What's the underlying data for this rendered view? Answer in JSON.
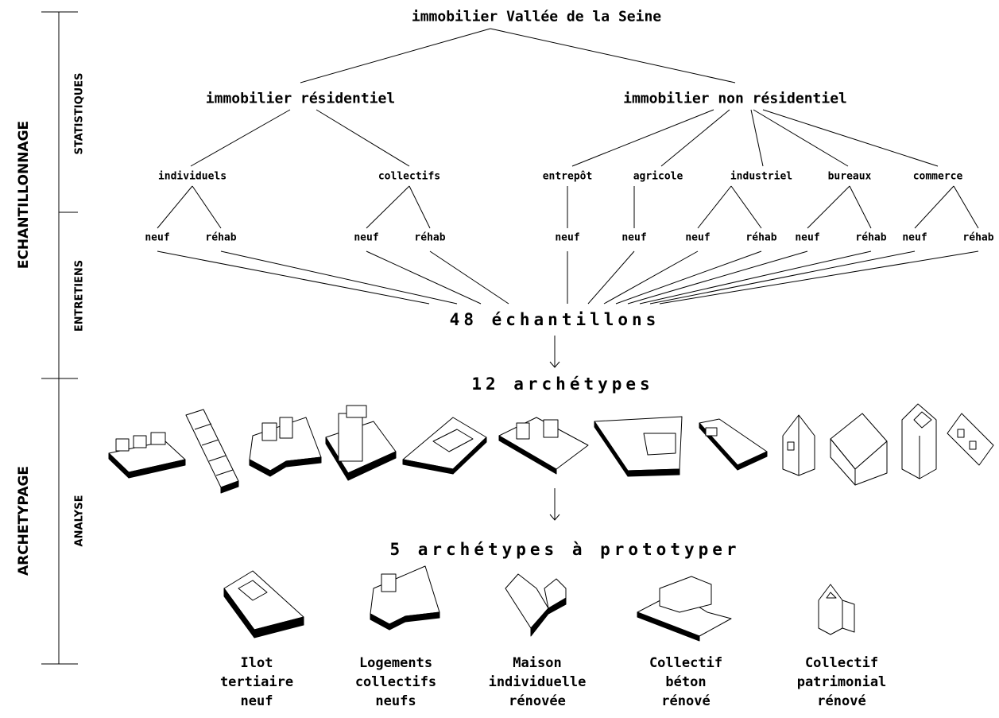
{
  "sidebar": {
    "outer": [
      "ECHANTILLONNAGE",
      "ARCHETYPAGE"
    ],
    "inner": [
      "STATISTIQUES",
      "ENTRETIENS",
      "ANALYSE"
    ]
  },
  "tree": {
    "root": "immobilier Vallée de la Seine",
    "residentiel": "immobilier résidentiel",
    "non_residentiel": "immobilier non résidentiel",
    "categories": [
      "individuels",
      "collectifs",
      "entrepôt",
      "agricole",
      "industriel",
      "bureaux",
      "commerce"
    ],
    "leaves": [
      "neuf",
      "réhab",
      "neuf",
      "réhab",
      "neuf",
      "neuf",
      "neuf",
      "réhab",
      "neuf",
      "réhab",
      "neuf",
      "réhab"
    ]
  },
  "samples": "48 échantillons",
  "archetypes": "12 archétypes",
  "prototype_heading": "5 archétypes à prototyper",
  "prototypes": [
    [
      "Ilot",
      "tertiaire",
      "neuf"
    ],
    [
      "Logements",
      "collectifs",
      "neufs"
    ],
    [
      "Maison",
      "individuelle",
      "rénovée"
    ],
    [
      "Collectif",
      "béton",
      "rénové"
    ],
    [
      "Collectif",
      "patrimonial",
      "rénové"
    ]
  ]
}
